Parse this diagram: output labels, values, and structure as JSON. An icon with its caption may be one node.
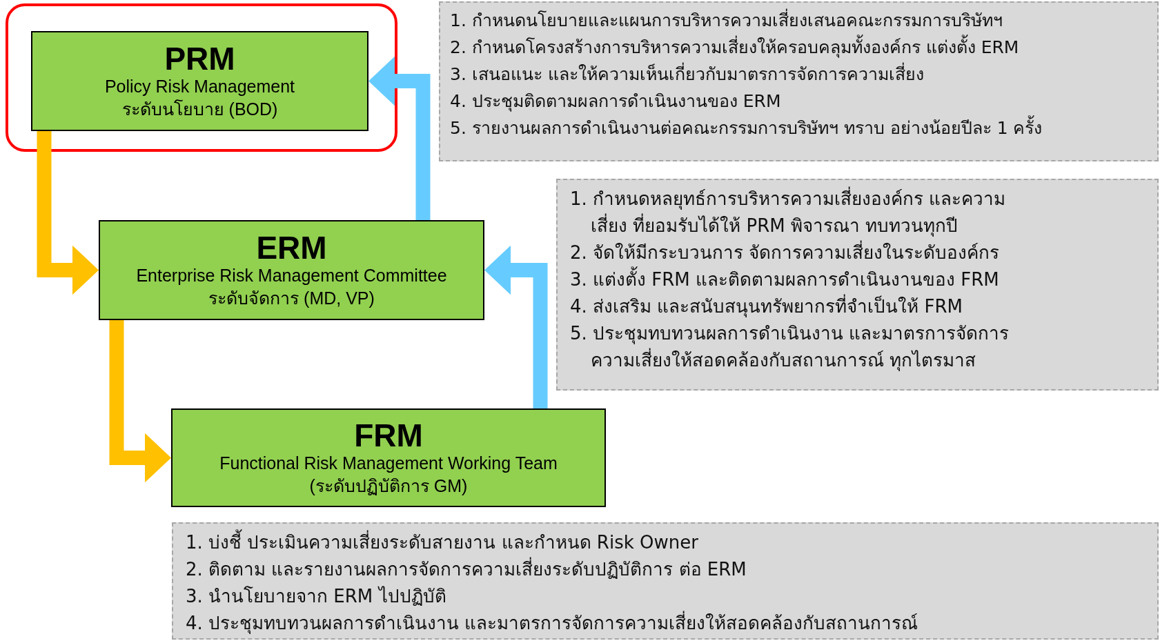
{
  "diagram": {
    "nodes": [
      {
        "text": [
          "PRM",
          "Policy Risk Management",
          "ระดับนโยบาย (BOD)"
        ]
      },
      {
        "text": [
          "ERM",
          "Enterprise Risk Management Committee",
          "ระดับจัดการ (MD, VP)"
        ]
      },
      {
        "text": [
          "FRM",
          "Functional Risk Management Working Team",
          "(ระดับปฏิบัติการ GM)"
        ]
      },
      {
        "text": [
          "1. กำหนดนโยบายและแผนการบริหารความเสี่ยงเสนอคณะกรรมการบริษัทฯ",
          "2. กำหนดโครงสร้างการบริหารความเสี่ยงให้ครอบคลุมทั้งองค์กร แต่งตั้ง ERM",
          "3. เสนอแนะ และให้ความเห็นเกี่ยวกับมาตรการจัดการความเสี่ยง",
          "4. ประชุมติดตามผลการดำเนินงานของ ERM",
          "5. รายงานผลการดำเนินงานต่อคณะกรรมการบริษัทฯ ทราบ อย่างน้อยปีละ 1 ครั้ง"
        ]
      },
      {
        "text": [
          "1. กำหนดหลยุทธ์การบริหารความเสี่ยงองค์กร และความเสี่ยง ที่ยอมรับได้ให้ PRM พิจารณา ทบทวนทุกปี",
          "2. จัดให้มีกระบวนการ จัดการความเสี่ยงในระดับองค์กร",
          "3. แต่งตั้ง FRM และติดตามผลการดำเนินงานของ FRM",
          "4. ส่งเสริม และสนับสนุนทรัพยากรที่จำเป็นให้ FRM",
          "5. ประชุมทบทวนผลการดำเนินงาน และมาตรการจัดการ ความเสี่ยงให้สอดคล้องกับสถานการณ์ ทุกไตรมาส"
        ]
      },
      {
        "text": [
          "1. บ่งชี้ ประเมินความเสี่ยงระดับสายงาน และกำหนด Risk Owner",
          "2. ติดตาม และรายงานผลการจัดการความเสี่ยงระดับปฏิบัติการ ต่อ ERM",
          "3. นำนโยบายจาก ERM ไปปฏิบัติ",
          "4. ประชุมทบทวนผลการดำเนินงาน และมาตรการจัดการความเสี่ยงให้สอดคล้องกับสถานการณ์"
        ]
      }
    ],
    "edges": [
      {
        "from": 0,
        "to": 1,
        "arrow": "to",
        "color": "#ffc000"
      },
      {
        "from": 1,
        "to": 2,
        "arrow": "to",
        "color": "#ffc000"
      },
      {
        "from": 1,
        "to": 0,
        "arrow": "to",
        "color": "#66ccff"
      },
      {
        "from": 2,
        "to": 1,
        "arrow": "to",
        "color": "#66ccff"
      }
    ]
  }
}
